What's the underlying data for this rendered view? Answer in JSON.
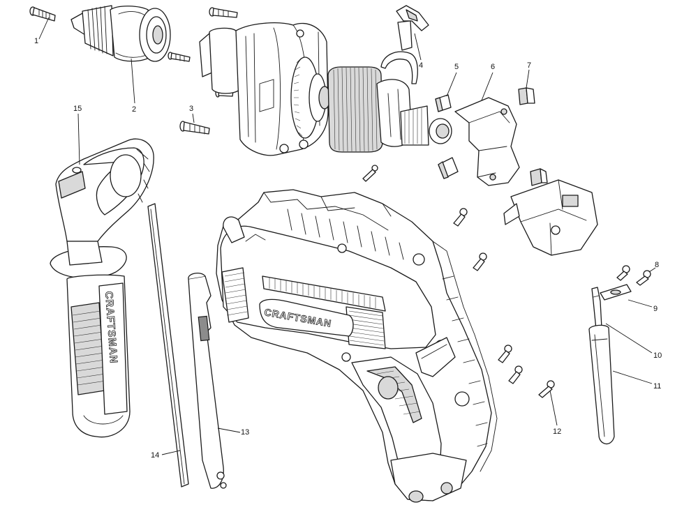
{
  "diagram": {
    "brand_text_body": "CRAFTSMAN",
    "brand_text_handle": "CRAFTSMAN",
    "callouts": [
      "1",
      "2",
      "3",
      "4",
      "5",
      "6",
      "7",
      "8",
      "9",
      "10",
      "11",
      "12",
      "13",
      "14",
      "15"
    ]
  },
  "colors": {
    "line": "#1a1a1a",
    "fill": "#ffffff",
    "shade": "#d9d9d9",
    "dark": "#8c8c8c"
  }
}
